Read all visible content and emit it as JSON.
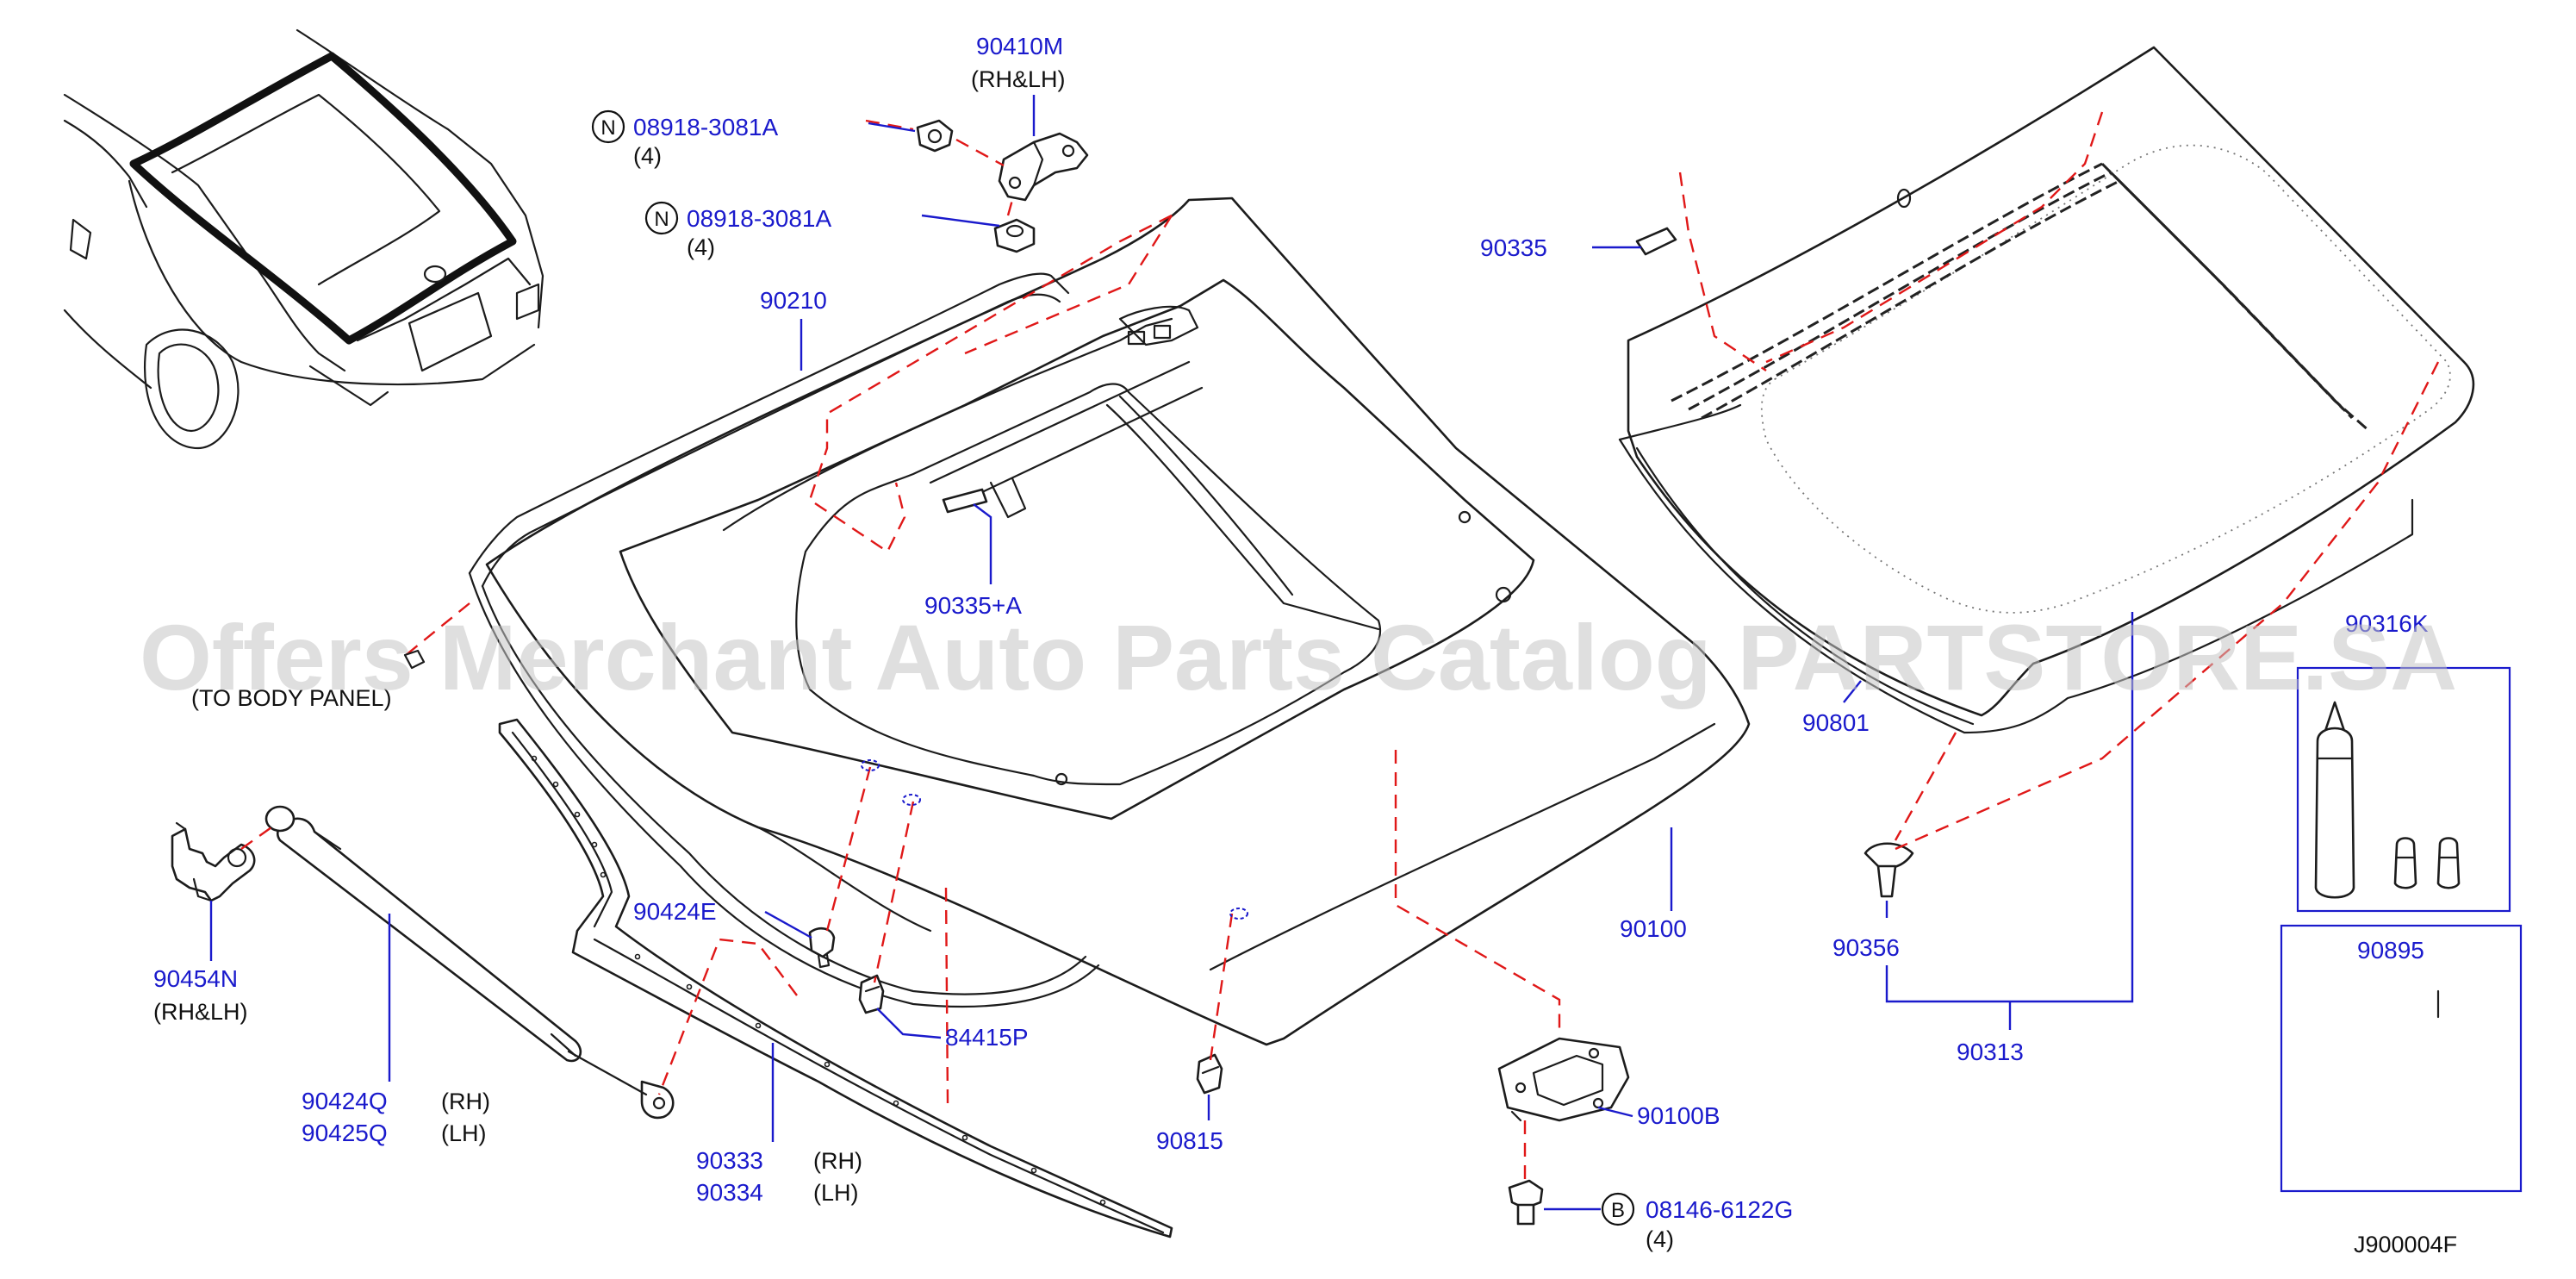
{
  "diagram_code": "J900004F",
  "watermark": "Offers Merchant Auto Parts Catalog PARTSTORE.SA",
  "body_panel_note": "(TO BODY PANEL)",
  "callouts": {
    "c_90410m": {
      "part": "90410M",
      "note": "(RH&LH)"
    },
    "c_08918_a": {
      "badge": "N",
      "part": "08918-3081A",
      "qty": "(4)"
    },
    "c_08918_b": {
      "badge": "N",
      "part": "08918-3081A",
      "qty": "(4)"
    },
    "c_90335": {
      "part": "90335"
    },
    "c_90210": {
      "part": "90210"
    },
    "c_90335a": {
      "part": "90335+A"
    },
    "c_90801": {
      "part": "90801"
    },
    "c_90316k": {
      "part": "90316K"
    },
    "c_90454n": {
      "part": "90454N",
      "note": "(RH&LH)"
    },
    "c_90424e": {
      "part": "90424E"
    },
    "c_84415p": {
      "part": "84415P"
    },
    "c_90100": {
      "part": "90100"
    },
    "c_90356": {
      "part": "90356"
    },
    "c_90313": {
      "part": "90313"
    },
    "c_90895": {
      "part": "90895"
    },
    "c_90424q": {
      "part_rh": "90424Q",
      "rh": "(RH)",
      "part_lh": "90425Q",
      "lh": "(LH)"
    },
    "c_90333": {
      "part_rh": "90333",
      "rh": "(RH)",
      "part_lh": "90334",
      "lh": "(LH)"
    },
    "c_90815": {
      "part": "90815"
    },
    "c_90100b": {
      "part": "90100B"
    },
    "c_08146": {
      "badge": "B",
      "part": "08146-6122G",
      "qty": "(4)"
    }
  },
  "colors": {
    "callout": "#1a1acc",
    "leader_dashed": "#e01818",
    "outline": "#1c1c1c"
  }
}
